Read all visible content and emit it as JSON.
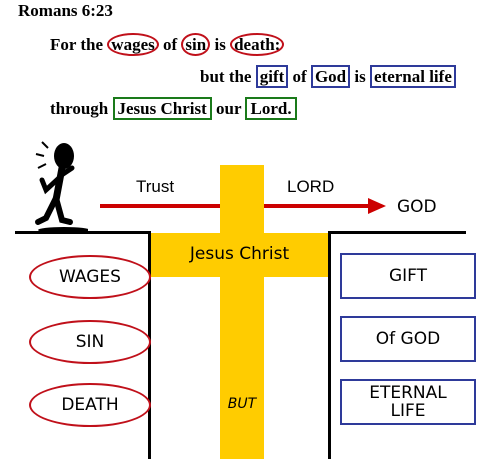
{
  "verse": {
    "reference": "Romans 6:23",
    "line1": {
      "pre": "For the ",
      "wages": "wages",
      "of": " of ",
      "sin": "sin",
      "is": " is ",
      "death": "death:"
    },
    "line2": {
      "pre": "but the ",
      "gift": "gift",
      "of": " of ",
      "god": "God",
      "is": " is ",
      "eternal": "eternal life"
    },
    "line3": {
      "pre": "through ",
      "jesus": "Jesus Christ",
      "our": " our ",
      "lord": "Lord."
    }
  },
  "bridge": {
    "trust": "Trust",
    "lord": "LORD",
    "god": "GOD",
    "cross_label": "Jesus Christ",
    "but_label": "BUT"
  },
  "left_column": [
    "WAGES",
    "SIN",
    "DEATH"
  ],
  "right_column": [
    "GIFT",
    "Of GOD",
    "ETERNAL\nLIFE"
  ],
  "colors": {
    "red": "#c0101a",
    "blue": "#2e3a9a",
    "green": "#1a7a1a",
    "cross": "#ffcc00",
    "arrow": "#cc0000"
  }
}
